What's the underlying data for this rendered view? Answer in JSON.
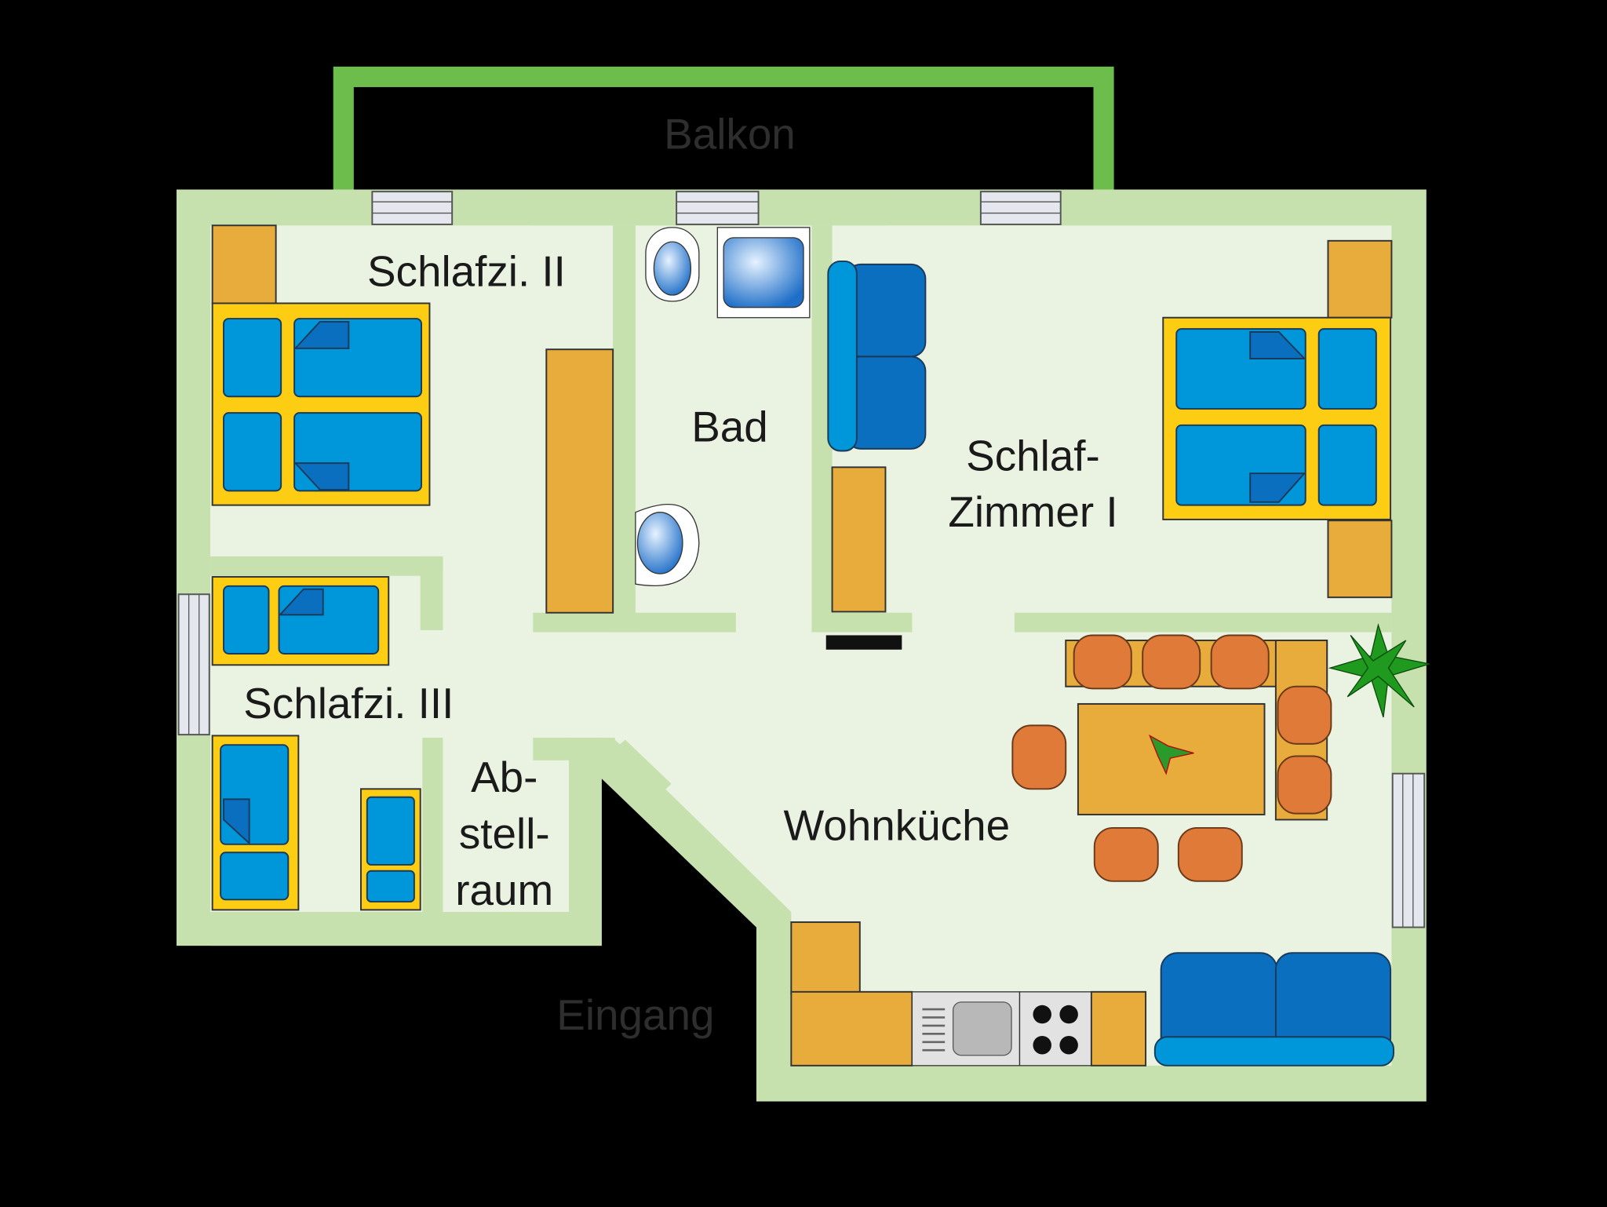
{
  "plan": {
    "rooms": {
      "balcony": "Balkon",
      "bedroom2": "Schlafzi. II",
      "bathroom": "Bad",
      "bedroom1_line1": "Schlaf-",
      "bedroom1_line2": "Zimmer I",
      "bedroom3": "Schlafzi. III",
      "storage_line1": "Ab-",
      "storage_line2": "stell-",
      "storage_line3": "raum",
      "living_kitchen": "Wohnküche",
      "entrance": "Eingang"
    },
    "colors": {
      "background": "#000000",
      "wall": "#c6e0ae",
      "floor": "#eaf3e2",
      "balcony_railing": "#6cbd4c",
      "wood": "#e8ac3c",
      "bed_frame": "#fccd12",
      "textile_blue": "#0096da",
      "chair_orange": "#e07a38"
    }
  }
}
